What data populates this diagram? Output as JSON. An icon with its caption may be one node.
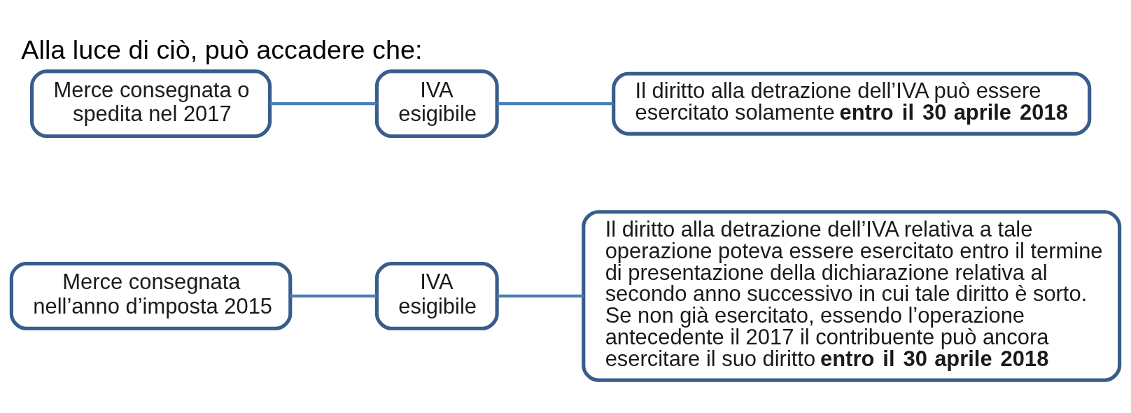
{
  "diagram": {
    "title": "Alla luce di ciò, può accadere che:",
    "nodes": [
      {
        "text": [
          "Merce consegnata nell’anno d’imposta 2015"
        ]
      },
      {
        "text": [
          "IVA esigibile"
        ]
      },
      {
        "text": [
          "Il diritto alla detrazione dell’IVA relativa a tale operazione poteva essere esercitato entro il termine di presentazione della dichiarazione relativa al secondo anno successivo in cui tale diritto è sorto.",
          "Se non già esercitato, essendo l’operazione antecedente il 2017 il contribuente può ancora esercitare il suo diritto **entro il 30 aprile 2018**"
        ]
      },
      {
        "text": [
          "Merce consegnata o spedita nel 2017"
        ]
      },
      {
        "text": [
          "IVA esigibile"
        ]
      },
      {
        "text": [
          "Il diritto alla detrazione dell’IVA può essere esercitato solamente **entro il 30 aprile 2018**"
        ]
      }
    ],
    "edges": [
      {
        "from": 0,
        "to": 1,
        "arrow": "none"
      },
      {
        "from": 1,
        "to": 2,
        "arrow": "none"
      },
      {
        "from": 3,
        "to": 4,
        "arrow": "none"
      },
      {
        "from": 4,
        "to": 5,
        "arrow": "none"
      }
    ]
  }
}
